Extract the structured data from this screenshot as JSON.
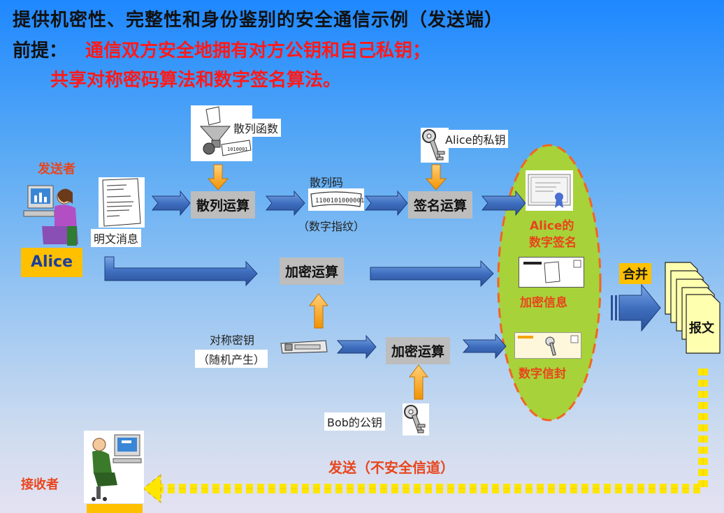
{
  "title": "提供机密性、完整性和身份鉴别的安全通信示例（发送端）",
  "premise": {
    "label": "前提：",
    "line1": "通信双方安全地拥有对方公钥和自己私钥；",
    "line2": "共享对称密码算法和数字签名算法。"
  },
  "sender": {
    "label": "发送者",
    "name": "Alice"
  },
  "receiver": {
    "label": "接收者"
  },
  "plaintext_label": "明文消息",
  "hash_function_label": "散列函数",
  "hash_op_label": "散列运算",
  "hash_code_label": "散列码",
  "fingerprint_label": "（数字指纹）",
  "private_key_label": "Alice的私钥",
  "sign_op_label": "签名运算",
  "signature_label_1": "Alice的",
  "signature_label_2": "数字签名",
  "encrypt_op_label": "加密运算",
  "encrypted_info_label": "加密信息",
  "sym_key_label_1": "对称密钥",
  "sym_key_label_2": "（随机产生）",
  "encrypt_op2_label": "加密运算",
  "bob_pubkey_label": "Bob的公钥",
  "envelope_label": "数字信封",
  "merge_label": "合并",
  "message_label": "报文",
  "send_label": "发送（不安全信道）",
  "colors": {
    "accent_red": "#e8451c",
    "premise_red": "#ff1a1a",
    "yellow": "#ffc000",
    "arrow_blue": "#3f6fbf",
    "ellipse_green": "#a7d239"
  }
}
